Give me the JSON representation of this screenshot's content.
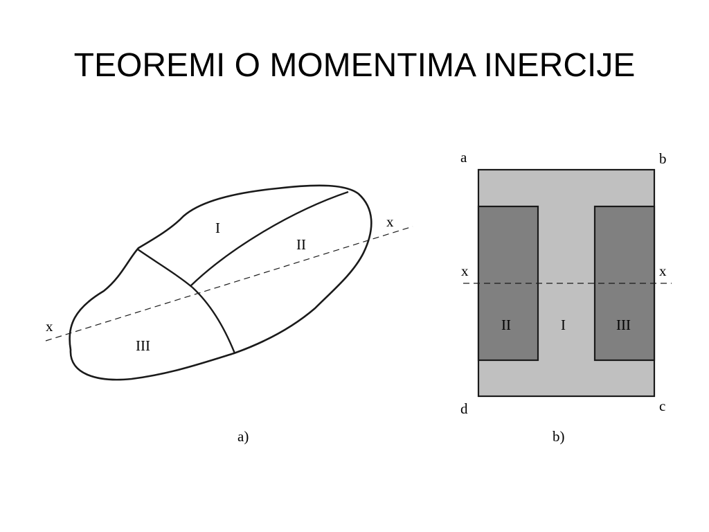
{
  "title": "TEOREMI O MOMENTIMA INERCIJE",
  "figure_a": {
    "caption": "a)",
    "axis_label_left": "x",
    "axis_label_right": "x",
    "regions": [
      "I",
      "II",
      "III"
    ]
  },
  "figure_b": {
    "caption": "b)",
    "corner_a": "a",
    "corner_b": "b",
    "corner_c": "c",
    "corner_d": "d",
    "axis_label_left": "x",
    "axis_label_right": "x",
    "regions": [
      "II",
      "I",
      "III"
    ]
  },
  "colors": {
    "light_fill": "#c0c0c0",
    "dark_fill": "#808080",
    "stroke": "#1a1a1a"
  }
}
